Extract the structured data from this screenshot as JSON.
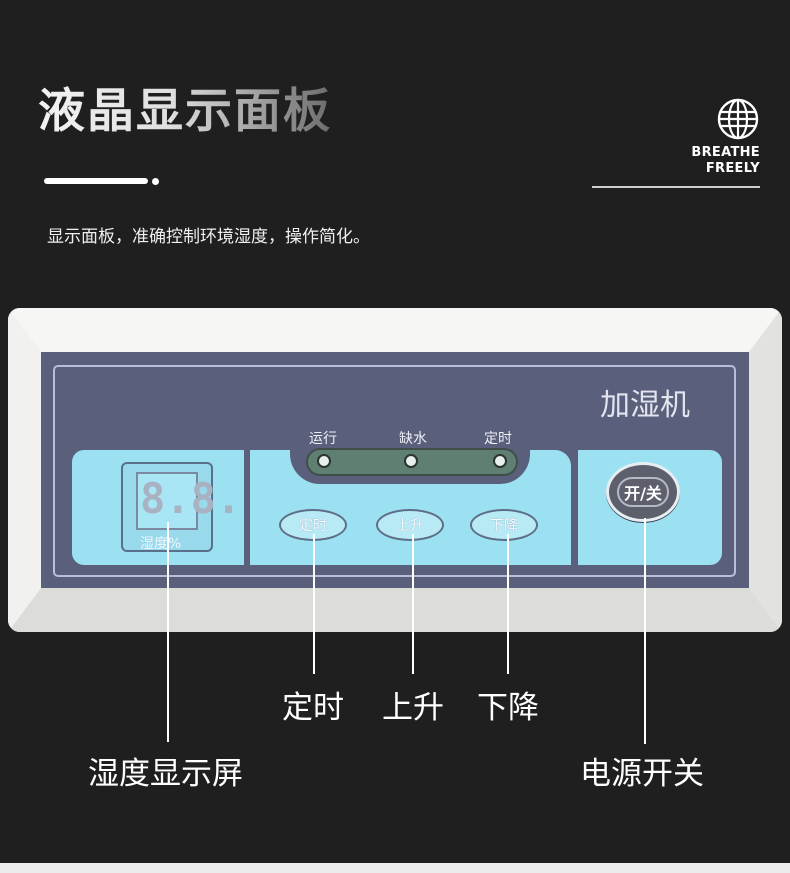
{
  "header": {
    "title": "液晶显示面板",
    "subtitle": "显示面板，准确控制环境湿度，操作简化。",
    "brand_line1": "BREATHE",
    "brand_line2": "FREELY",
    "brand_icon": "globe-icon"
  },
  "device": {
    "name": "加湿机",
    "indicators": [
      "运行",
      "缺水",
      "定时"
    ],
    "display_digits": "8.8.",
    "display_label": "湿度%",
    "buttons": [
      "定时",
      "上升",
      "下降"
    ],
    "power_button": "开/关"
  },
  "callouts": {
    "timer": "定时",
    "up": "上升",
    "down": "下降",
    "humidity_display": "湿度显示屏",
    "power_switch": "电源开关"
  },
  "colors": {
    "background": "#1f1f1f",
    "panel": "#5a5f7c",
    "control_blocks": "#9be1f2",
    "led_strip": "#5e7f71"
  }
}
